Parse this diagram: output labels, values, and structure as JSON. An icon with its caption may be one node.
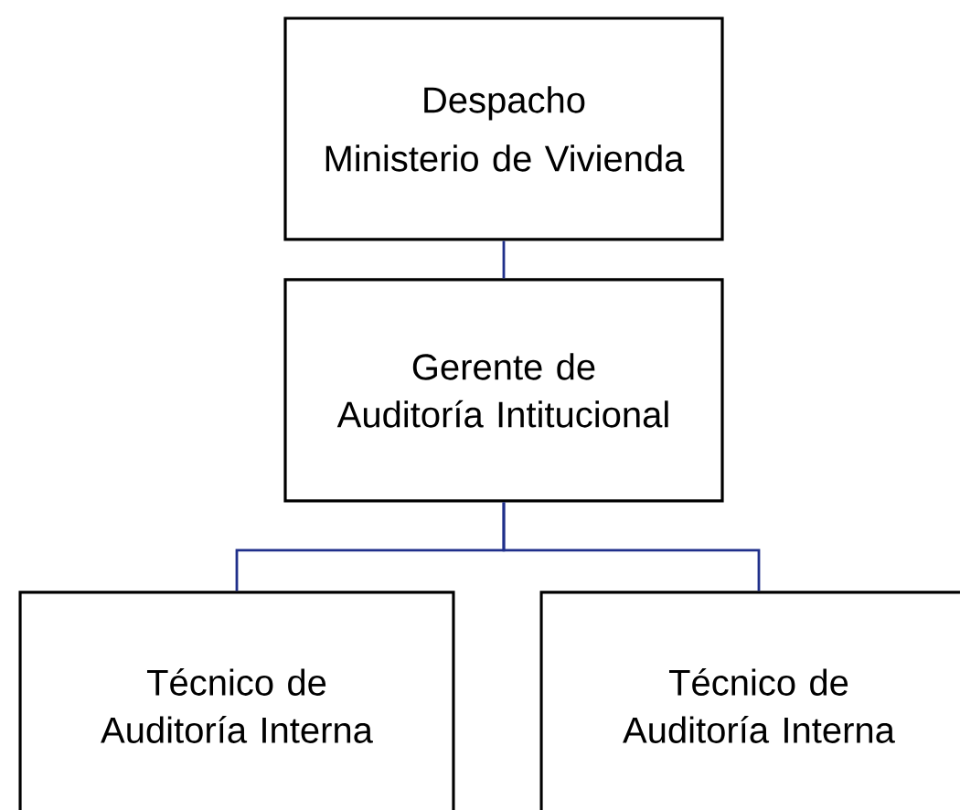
{
  "diagram": {
    "nodes": [
      {
        "text": [
          "Despacho",
          "Ministerio de Vivienda"
        ]
      },
      {
        "text": [
          "Gerente de Auditoría Intitucional"
        ]
      },
      {
        "text": [
          "Técnico de Auditoría Interna"
        ]
      },
      {
        "text": [
          "Técnico de Auditoría Interna"
        ]
      }
    ],
    "edges": [
      {
        "from": 0,
        "to": 1,
        "arrow": "none",
        "color": "#1f2f8a"
      },
      {
        "from": 1,
        "to": 2,
        "arrow": "none",
        "color": "#1f2f8a"
      },
      {
        "from": 1,
        "to": 3,
        "arrow": "none",
        "color": "#1f2f8a"
      }
    ]
  }
}
